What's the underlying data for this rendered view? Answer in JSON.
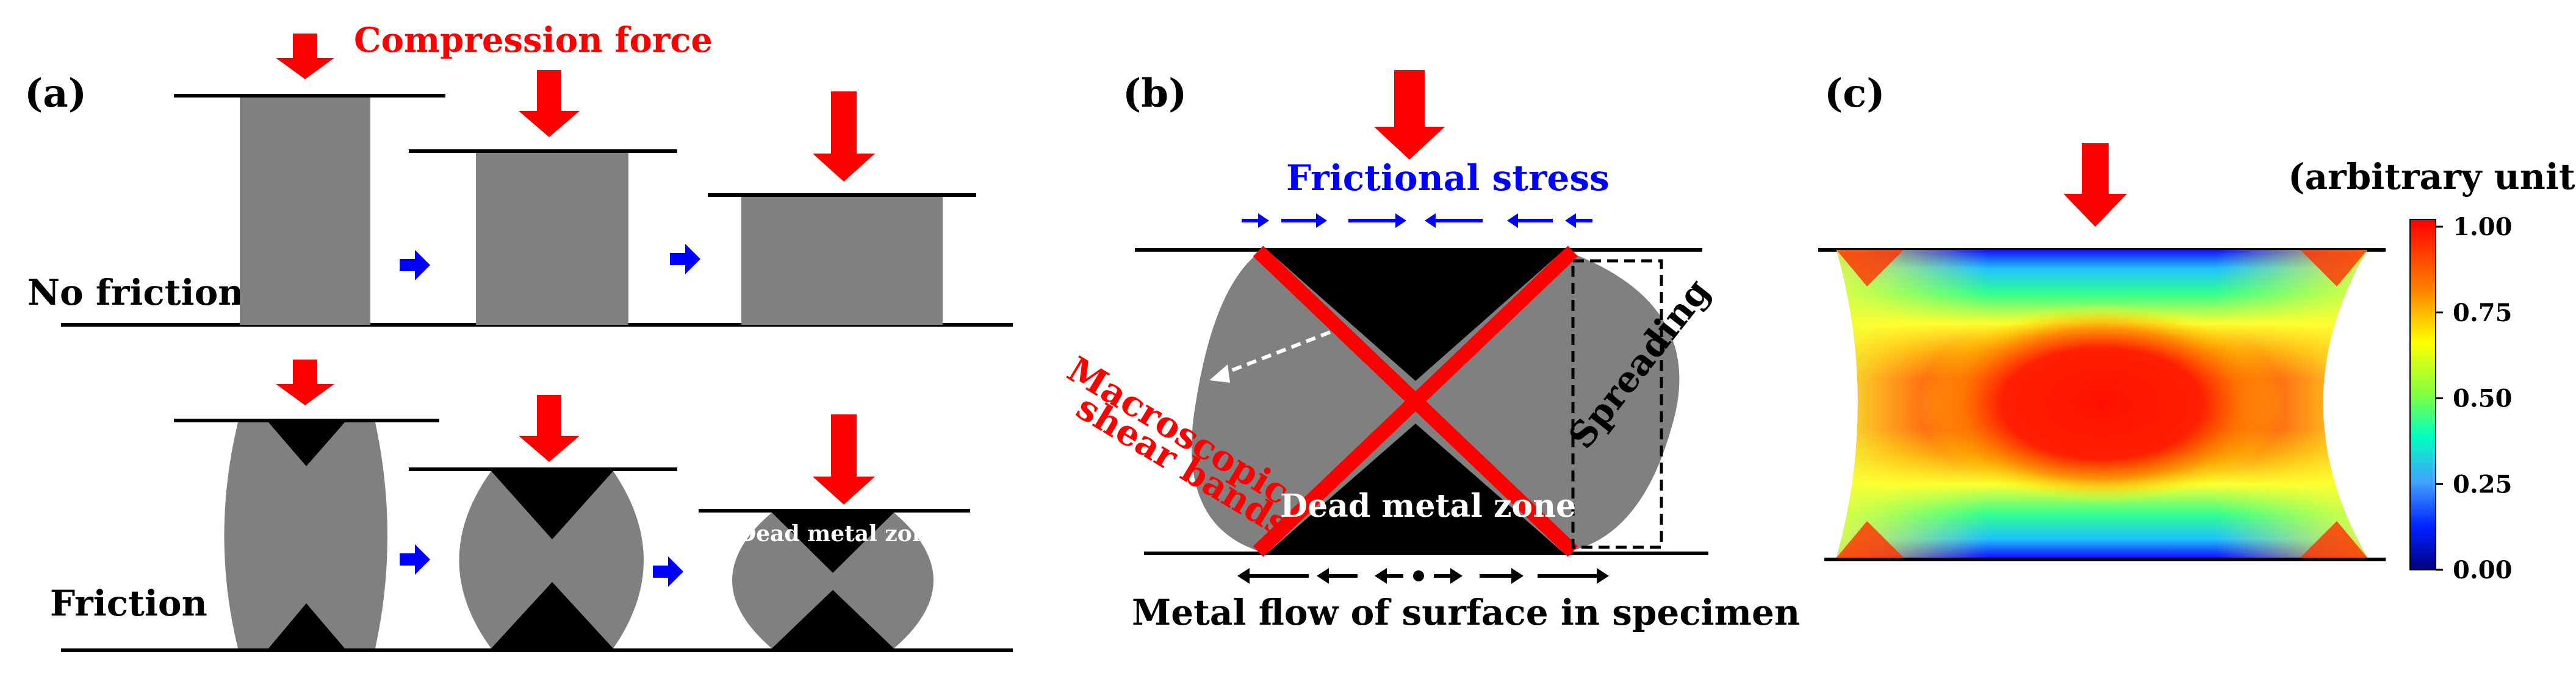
{
  "panel_a": {
    "label": "(a)",
    "compression_force": "Compression force",
    "no_friction": "No friction",
    "friction": "Friction",
    "dead_metal_zone": "Dead metal zone"
  },
  "panel_b": {
    "label": "(b)",
    "frictional_stress": "Frictional stress",
    "macroscopic_line1": "Macroscopic",
    "macroscopic_line2": "shear bands",
    "spreading": "Spreading",
    "dead_metal_zone": "Dead metal zone",
    "metal_flow": "Metal flow of surface in specimen"
  },
  "panel_c": {
    "label": "(c)",
    "unit": "(arbitrary unit)",
    "colorbar_ticks": [
      "1.00",
      "0.75",
      "0.50",
      "0.25",
      "0.00"
    ]
  },
  "colors": {
    "specimen": "#808080",
    "dead_zone": "#000000",
    "force_arrow": "#ff0000",
    "flow_arrow": "#0000ff",
    "shear_band": "#ff0000"
  },
  "icons": {
    "force": "red-down-arrow-icon",
    "step": "blue-right-arrow-icon"
  }
}
